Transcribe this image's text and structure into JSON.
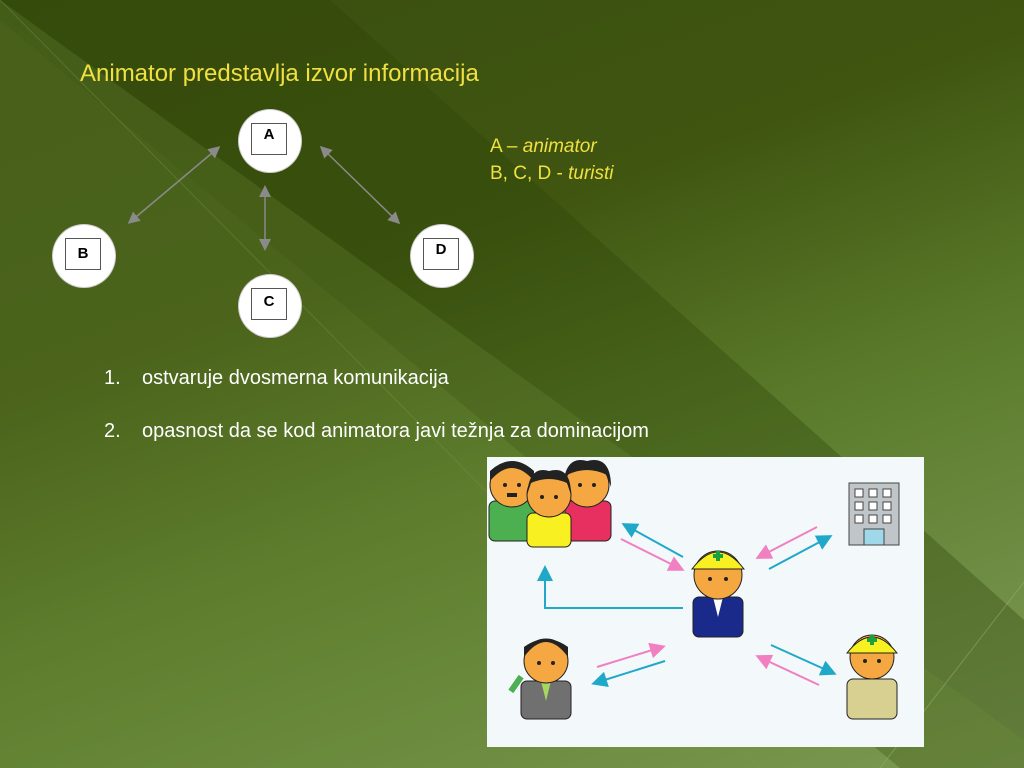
{
  "slide": {
    "title": "Animator predstavlja izvor informacija",
    "nodes": {
      "a": "A",
      "b": "B",
      "c": "C",
      "d": "D"
    },
    "legend": {
      "line1_prefix": "A – ",
      "line1_term": "animator",
      "line2_prefix": "B, C, D - ",
      "line2_term": "turisti"
    },
    "list": [
      {
        "num": "1.",
        "text": "ostvaruje dvosmerna komunikacija"
      },
      {
        "num": "2.",
        "text": "opasnost da se kod animatora javi težnja za dominacijom"
      }
    ]
  },
  "colors": {
    "title": "#f0e040",
    "list_text": "#ffffff",
    "arrow": "#8a8a8a",
    "pink_arrow": "#f080c0",
    "cyan_arrow": "#20a8c8"
  },
  "icons": [
    "group-of-tourists-icon",
    "building-icon",
    "animator-with-helmet-icon",
    "tourist-with-pen-icon",
    "worker-with-helmet-icon"
  ]
}
